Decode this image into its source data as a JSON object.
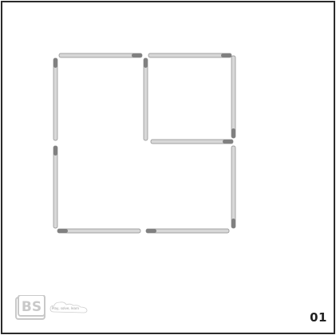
{
  "puzzle": {
    "number": "01",
    "matchstick_count": 10
  },
  "branding": {
    "logo_text": "BS",
    "tagline": "Play, solve, learn"
  },
  "colors": {
    "frame": "#2a2a2a",
    "stick_body": "#d8d8d8",
    "stick_edge": "#8a8a8a",
    "stick_head": "#808080",
    "logo": "#c9c9c9"
  }
}
